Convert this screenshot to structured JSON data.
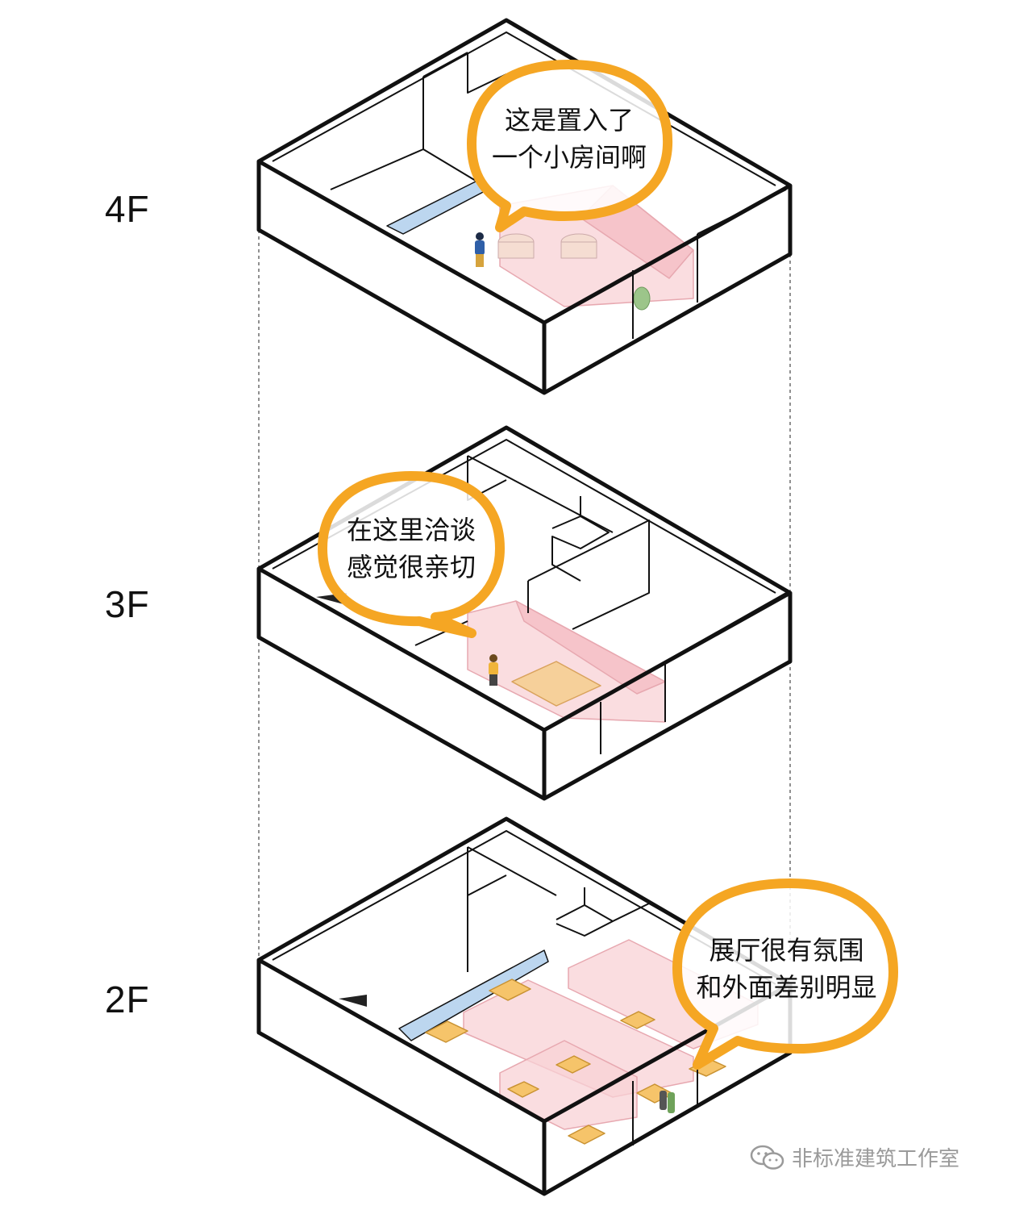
{
  "floors": [
    {
      "label": "4F",
      "bubble": {
        "line1": "这是置入了",
        "line2": "一个小房间啊"
      }
    },
    {
      "label": "3F",
      "bubble": {
        "line1": "在这里洽谈",
        "line2": "感觉很亲切"
      }
    },
    {
      "label": "2F",
      "bubble": {
        "line1": "展厅很有氛围",
        "line2": "和外面差别明显"
      }
    }
  ],
  "watermark": {
    "text": "非标准建筑工作室",
    "icon": "wechat-icon"
  },
  "colors": {
    "outline": "#111111",
    "bubble_stroke": "#f5a623",
    "room_fill": "#f8d2d6",
    "glass": "#bcd6ef",
    "furniture": "#f6c46a",
    "person_blue": "#2f5fa8",
    "plant": "#9cc58a"
  }
}
